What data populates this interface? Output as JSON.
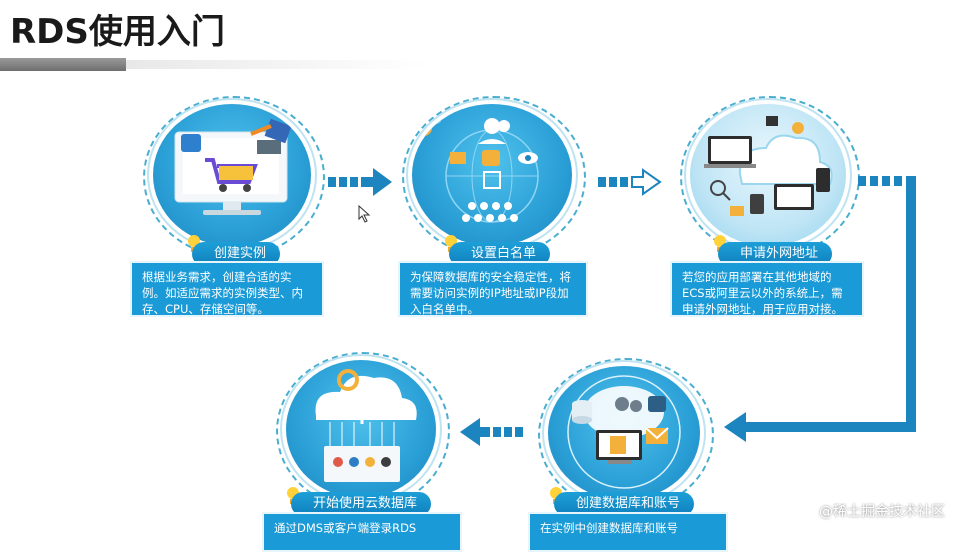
{
  "title": "RDS使用入门",
  "steps": [
    {
      "label": "创建实例",
      "desc": "根据业务需求，创建合适的实例。如适应需求的实例类型、内存、CPU、存储空间等。"
    },
    {
      "label": "设置白名单",
      "desc": "为保障数据库的安全稳定性，将需要访问实例的IP地址或IP段加入白名单中。"
    },
    {
      "label": "申请外网地址",
      "desc": "若您的应用部署在其他地域的ECS或阿里云以外的系统上，需申请外网地址，用于应用对接。"
    },
    {
      "label": "创建数据库和账号",
      "desc": "在实例中创建数据库和账号"
    },
    {
      "label": "开始使用云数据库",
      "desc": "通过DMS或客户端登录RDS"
    }
  ],
  "icons": {
    "step1": "computer-cart-icon",
    "step2": "cloud-users-icon",
    "step3": "cloud-devices-icon",
    "step4": "database-chat-icon",
    "step5": "cloud-upload-icon",
    "cursor": "mouse-pointer-icon"
  },
  "colors": {
    "primary": "#1a9ad6",
    "circle": "#2a9fd6",
    "arrow": "#1c84be"
  },
  "watermark": "@稀土掘金技术社区"
}
